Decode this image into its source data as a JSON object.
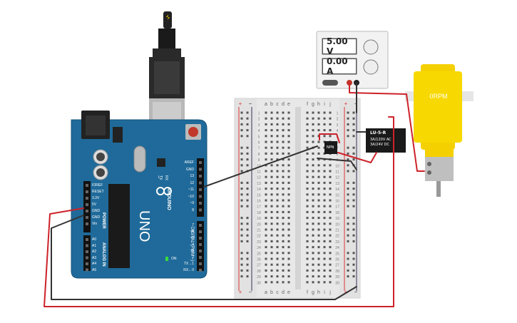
{
  "psu": {
    "voltage": "5.00 V",
    "current": "0.00 A"
  },
  "motor": {
    "speed_label": "0RPM"
  },
  "relay": {
    "model": "LU-5-R",
    "rating_ac": "3A/120V AC",
    "rating_dc": "3A/24V DC"
  },
  "arduino": {
    "model": "UNO",
    "brand": "ARDUINO",
    "power_header": [
      "IOREF",
      "RESET",
      "3.3V",
      "5V",
      "GND",
      "GND",
      "Vin"
    ],
    "analog_header": [
      "A0",
      "A1",
      "A2",
      "A3",
      "A4",
      "A5"
    ],
    "power_label": "POWER",
    "analog_label": "ANALOG IN",
    "digital_top": [
      "AREF",
      "GND",
      "13",
      "12",
      "~11",
      "~10",
      "~9",
      "8"
    ],
    "digital_bottom": [
      "7",
      "~6",
      "~5",
      "4",
      "~3",
      "2",
      "TX→1",
      "RX←0"
    ],
    "digital_label": "DIGITAL (PWM ~)",
    "on_label": "ON",
    "tx_label": "TX",
    "rx_label": "RX",
    "l_label": "L"
  },
  "breadboard": {
    "columns_left": [
      "a",
      "b",
      "c",
      "d",
      "e"
    ],
    "columns_right": [
      "f",
      "g",
      "h",
      "i",
      "j"
    ],
    "rows": 30,
    "rail_plus": "+",
    "rail_minus": "−"
  },
  "transistor": {
    "label": "NPN"
  },
  "colors": {
    "arduino_blue": "#1f6a9a",
    "wire_red": "#cc2229",
    "wire_black": "#333333",
    "motor_yellow": "#f5d000",
    "relay_black": "#1a1a1a"
  }
}
